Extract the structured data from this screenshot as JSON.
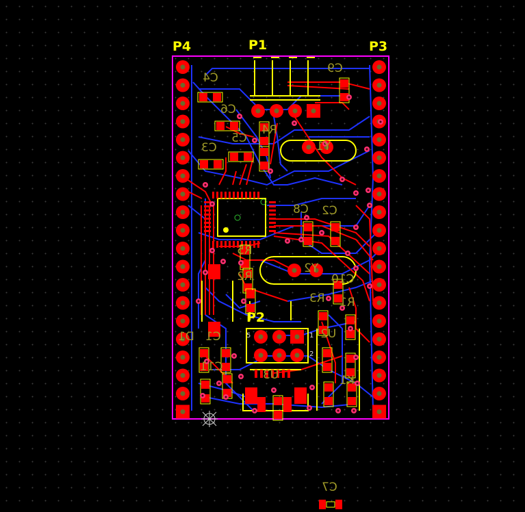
{
  "headers": {
    "p4": "P4",
    "p1": "P1",
    "p3": "P3",
    "p2": "P2"
  },
  "designators": {
    "c4": "C4",
    "c9": "C9",
    "c6": "C6",
    "c5": "C5",
    "c3": "C3",
    "r4": "R4",
    "y1": "Y1",
    "c8": "C8",
    "c2": "C2",
    "r5": "R5",
    "y2": "Y2",
    "r2": "R2",
    "c10": "C10",
    "r3": "R3",
    "r1": "R1",
    "d1": "D1",
    "c1": "C1",
    "c11": "C11",
    "u3": "U3",
    "u2": "U2",
    "k1": "K1",
    "c7": "C7"
  },
  "pin_markers": {
    "p2_five": "5",
    "p2_one": "1",
    "p2_two": "2"
  },
  "colors": {
    "background": "#000000",
    "grid_dot": "#3c3c3c",
    "board_outline": "#ff00ff",
    "top_copper": "#ff0000",
    "bottom_copper": "#1e32ff",
    "silkscreen": "#ffff00",
    "top_overlay": "#a09a28",
    "via": "#ff3070"
  }
}
